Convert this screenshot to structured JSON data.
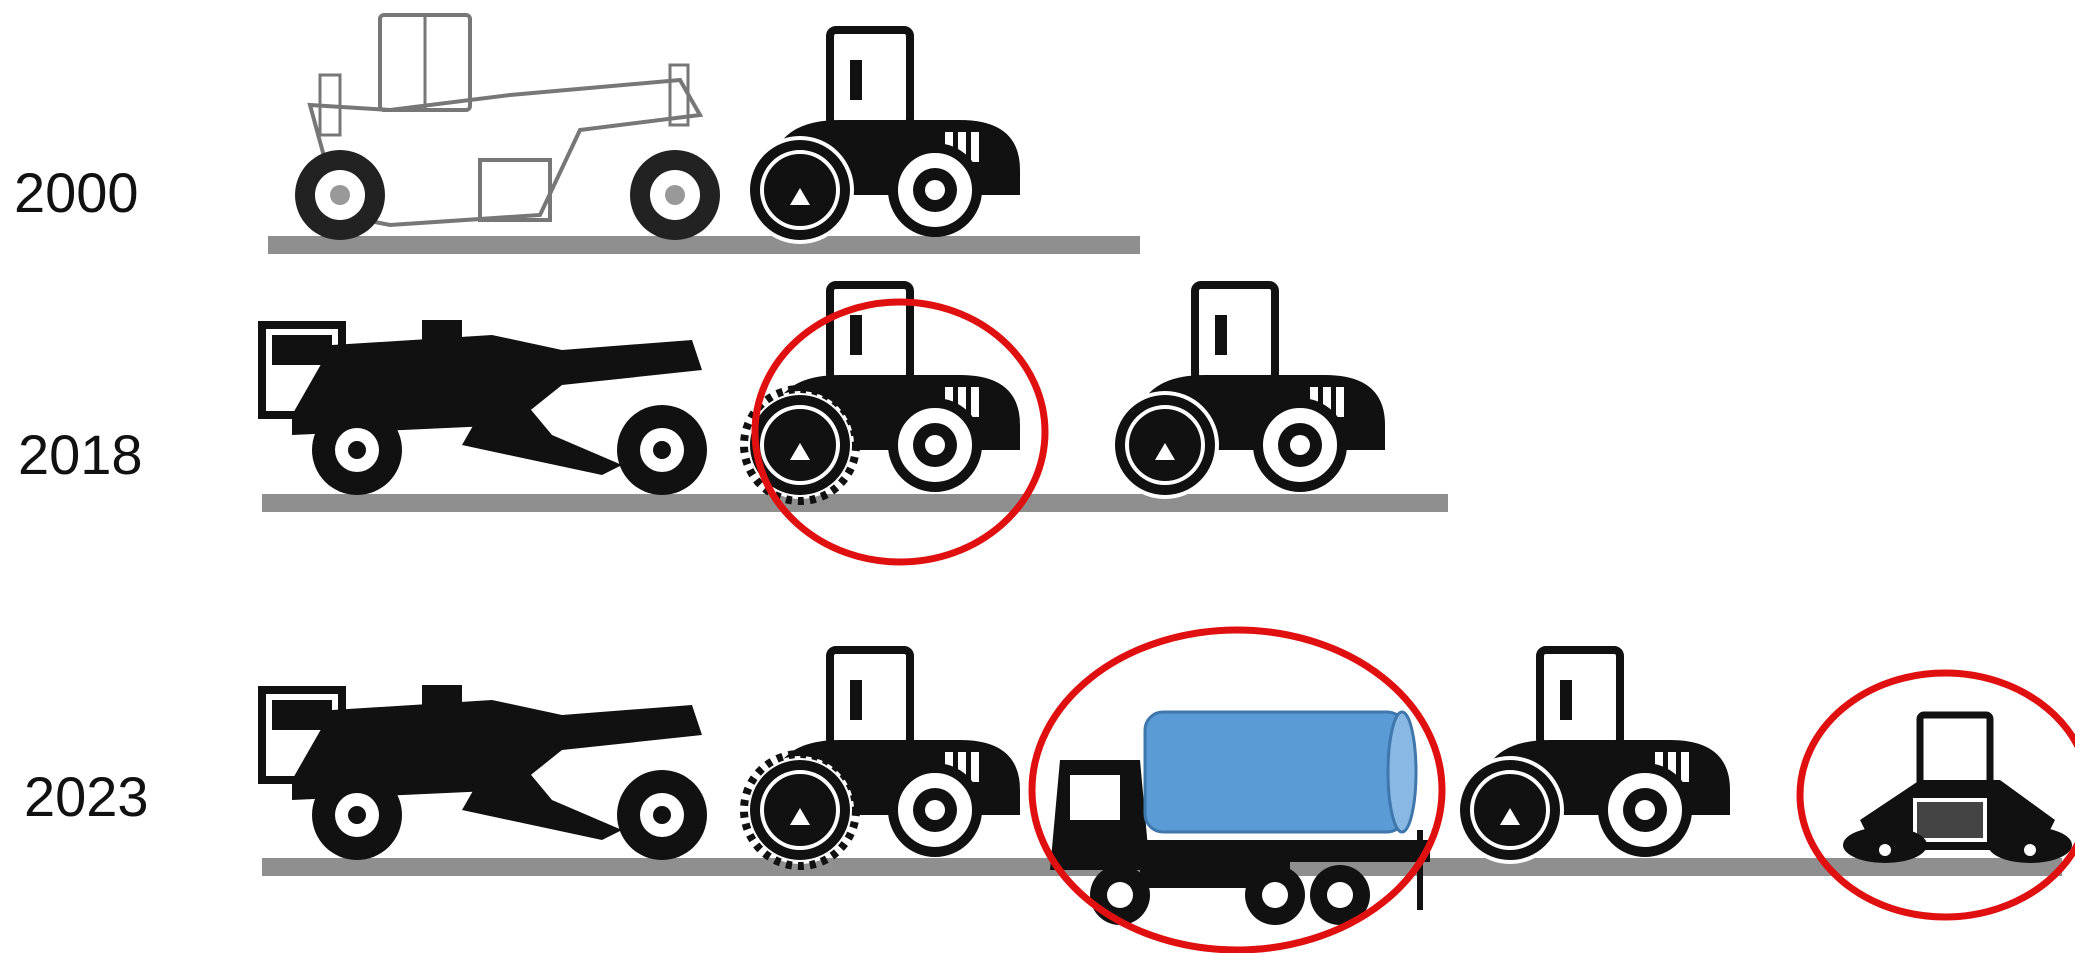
{
  "rows": [
    {
      "year": "2000",
      "machines": [
        "recycler-outline",
        "smooth-roller"
      ]
    },
    {
      "year": "2018",
      "machines": [
        "recycler",
        "padfoot-roller",
        "smooth-roller"
      ],
      "highlighted": [
        "padfoot-roller"
      ]
    },
    {
      "year": "2023",
      "machines": [
        "recycler",
        "padfoot-roller",
        "water-tanker",
        "smooth-roller",
        "tandem-roller"
      ],
      "highlighted": [
        "water-tanker",
        "tandem-roller"
      ]
    }
  ],
  "colors": {
    "road": "#8f8f8f",
    "machine": "#111111",
    "highlight": "#e01010",
    "tank": "#5b9bd5",
    "outline": "#777777"
  }
}
